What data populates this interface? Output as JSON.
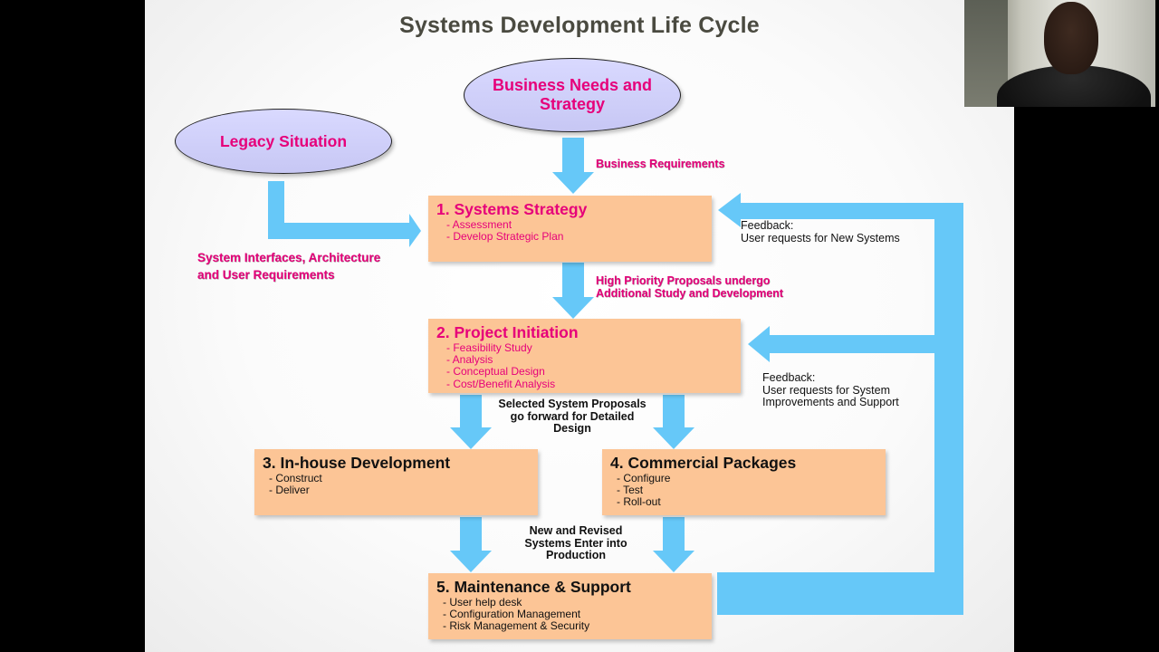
{
  "slide": {
    "title": "Systems Development Life Cycle"
  },
  "nodes": {
    "business_needs": {
      "line1": "Business Needs and",
      "line2": "Strategy"
    },
    "legacy": {
      "label": "Legacy Situation"
    },
    "systems_strategy": {
      "title": "1. Systems Strategy",
      "items": [
        "Assessment",
        "Develop Strategic Plan"
      ]
    },
    "project_initiation": {
      "title": "2. Project Initiation",
      "items": [
        "Feasibility Study",
        "Analysis",
        "Conceptual Design",
        "Cost/Benefit Analysis"
      ]
    },
    "inhouse_development": {
      "title": "3. In-house Development",
      "items": [
        "Construct",
        "Deliver"
      ]
    },
    "commercial_packages": {
      "title": "4. Commercial Packages",
      "items": [
        "Configure",
        "Test",
        "Roll-out"
      ]
    },
    "maintenance_support": {
      "title": "5. Maintenance & Support",
      "items": [
        "User help desk",
        "Configuration Management",
        "Risk Management & Security"
      ]
    }
  },
  "edge_labels": {
    "business_requirements": "Business Requirements",
    "system_interfaces": [
      "System Interfaces, Architecture",
      "and User Requirements"
    ],
    "high_priority": [
      "High Priority Proposals undergo",
      "Additional Study and Development"
    ],
    "selected_proposals": [
      "Selected System Proposals",
      "go forward for Detailed",
      "Design"
    ],
    "new_revised": [
      "New and Revised",
      "Systems Enter into",
      "Production"
    ],
    "feedback_new_systems": [
      "Feedback:",
      "User requests for New Systems"
    ],
    "feedback_improvements": [
      "Feedback:",
      "User requests for System",
      "Improvements and Support"
    ]
  },
  "colors": {
    "box_fill": "#fcc596",
    "ellipse_fill": "#d9d9ff",
    "arrow": "#66c8f8",
    "accent_text": "#e6007a"
  },
  "webcam": {
    "description_icon": "presenter-video-icon"
  }
}
